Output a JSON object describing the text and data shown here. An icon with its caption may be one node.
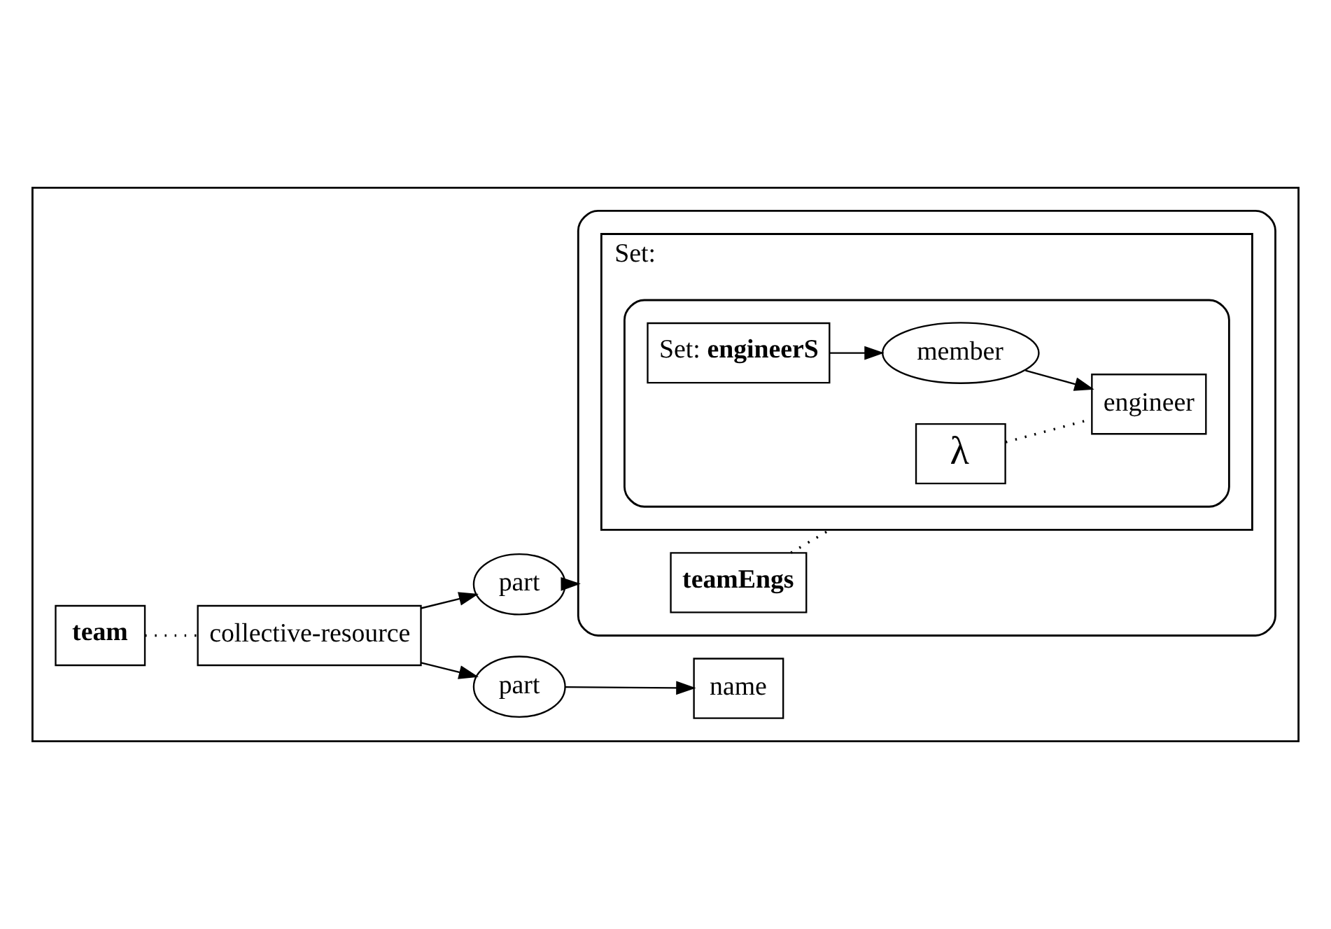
{
  "diagram": {
    "nodes": [
      {
        "text": [],
        "shape": "box"
      },
      {
        "text": [
          "team"
        ],
        "in": 0
      },
      {
        "text": [
          "collective-resource"
        ],
        "in": 0
      },
      {
        "text": [
          "part"
        ],
        "in": 0
      },
      {
        "text": [
          "name"
        ],
        "in": 0
      },
      {
        "text": [
          "part"
        ],
        "in": 0
      },
      {
        "text": [],
        "shape": "box",
        "in": 0
      },
      {
        "text": [
          "teamEngs"
        ],
        "in": 6
      },
      {
        "text": [
          "Set:"
        ],
        "in": 6
      },
      {
        "text": [],
        "shape": "box",
        "in": 8
      },
      {
        "text": [
          "λ"
        ],
        "in": 9
      },
      {
        "text": [
          "engineer"
        ],
        "in": 9
      },
      {
        "text": [
          "member"
        ],
        "in": 9
      },
      {
        "text": [
          "Set: **engineerS**"
        ],
        "in": 9
      }
    ],
    "edges": [
      {
        "from": 1,
        "to": 2,
        "arrow": "none",
        "style": "dashed"
      },
      {
        "from": 2,
        "to": 3,
        "arrow": "to"
      },
      {
        "from": 3,
        "to": 4,
        "arrow": "to"
      },
      {
        "from": 2,
        "to": 5,
        "arrow": "to"
      },
      {
        "from": 5,
        "to": 6,
        "arrow": "to"
      },
      {
        "from": 7,
        "to": 8,
        "arrow": "none",
        "style": "dashed"
      },
      {
        "from": 10,
        "to": 11,
        "arrow": "none",
        "style": "dashed"
      },
      {
        "from": 12,
        "to": 11,
        "arrow": "to"
      },
      {
        "from": 13,
        "to": 12,
        "arrow": "to"
      }
    ]
  }
}
